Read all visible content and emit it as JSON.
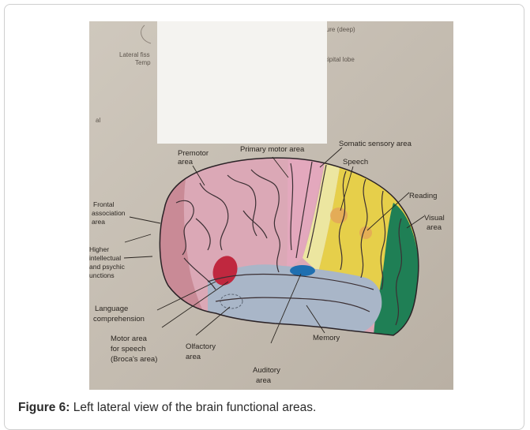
{
  "figure": {
    "caption_label": "Figure 6:",
    "caption_text": " Left lateral view of the brain functional areas."
  },
  "photo_text": {
    "top_fissure": "issure (deep)",
    "top_lateral": "Lateral fiss",
    "top_temp": "Temp",
    "top_occipital": "cipital lobe",
    "side_mark": "al"
  },
  "labels": {
    "premotor_1": "Premotor",
    "premotor_2": "area",
    "primary_motor": "Primary motor area",
    "somatic": "Somatic sensory area",
    "speech": "Speech",
    "reading": "Reading",
    "visual_1": "Visual",
    "visual_2": "area",
    "frontal_1": "Frontal",
    "frontal_2": "association",
    "frontal_3": "area",
    "higher_1": "Higher",
    "higher_2": "intellectual",
    "higher_3": "and psychic",
    "higher_4": "unctions",
    "language_1": "Language",
    "language_2": "comprehension",
    "motor_speech_1": "Motor area",
    "motor_speech_2": "for speech",
    "motor_speech_3": "(Broca's area)",
    "olfactory_1": "Olfactory",
    "olfactory_2": "area",
    "memory": "Memory",
    "auditory_1": "Auditory",
    "auditory_2": "area"
  },
  "colors": {
    "paper": "#c9c1b6",
    "frontal": "#c98a96",
    "premotor": "#dba8b6",
    "sensory": "#e8e08e",
    "parietal": "#e6cf4a",
    "occipital": "#1f7f55",
    "temporal": "#a9b6c8",
    "auditory": "#1f6fb0",
    "broca": "#c0283f"
  }
}
